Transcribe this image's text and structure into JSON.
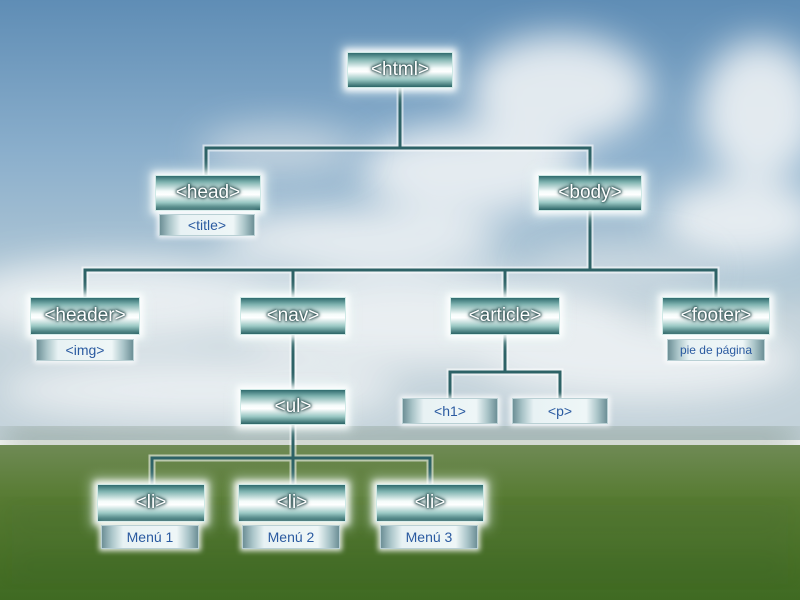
{
  "diagram": {
    "root": "<html>",
    "head": "<head>",
    "head_child": "<title>",
    "body": "<body>",
    "header": "<header>",
    "header_child": "<img>",
    "nav": "<nav>",
    "ul": "<ul>",
    "li_items": [
      {
        "label": "<li>",
        "child": "Menú 1"
      },
      {
        "label": "<li>",
        "child": "Menú 2"
      },
      {
        "label": "<li>",
        "child": "Menú 3"
      }
    ],
    "article": "<article>",
    "article_children": [
      "<h1>",
      "<p>"
    ],
    "footer": "<footer>",
    "footer_child": "pie de página"
  },
  "colors": {
    "connector": "#2d6266",
    "connector_glow": "#ffffff",
    "child_text": "#2a5aa0",
    "node_dark": "#2f6b6e"
  }
}
